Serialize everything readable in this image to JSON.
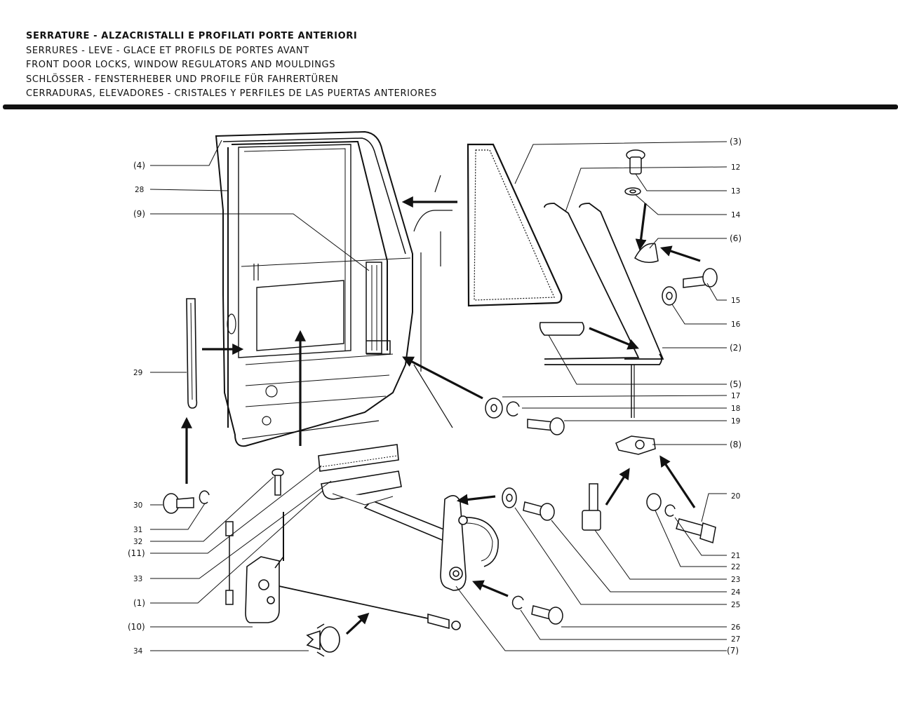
{
  "header": {
    "lines": [
      "SERRATURE - ALZACRISTALLI E PROFILATI PORTE ANTERIORI",
      "SERRURES - LEVE - GLACE ET PROFILS DE PORTES AVANT",
      "FRONT DOOR LOCKS, WINDOW REGULATORS AND MOULDINGS",
      "SCHLÖSSER - FENSTERHEBER UND PROFILE FÜR FAHRERTÜREN",
      "CERRADURAS, ELEVADORES - CRISTALES Y PERFILES DE LAS PUERTAS ANTERIORES"
    ]
  },
  "labels": {
    "l4": "(4)",
    "l28": "28",
    "l9": "(9)",
    "l29": "29",
    "l30": "30",
    "l31": "31",
    "l32": "32",
    "l11": "(11)",
    "l33": "33",
    "l1": "(1)",
    "l10": "(10)",
    "l34": "34",
    "l3": "(3)",
    "l12": "12",
    "l13": "13",
    "l14": "14",
    "l6": "(6)",
    "l15": "15",
    "l16": "16",
    "l2": "(2)",
    "l5": "(5)",
    "l17": "17",
    "l18": "18",
    "l19": "19",
    "l8": "(8)",
    "l20": "20",
    "l21": "21",
    "l22": "22",
    "l23": "23",
    "l24": "24",
    "l25": "25",
    "l26": "26",
    "l27": "27",
    "l7": "(7)"
  }
}
